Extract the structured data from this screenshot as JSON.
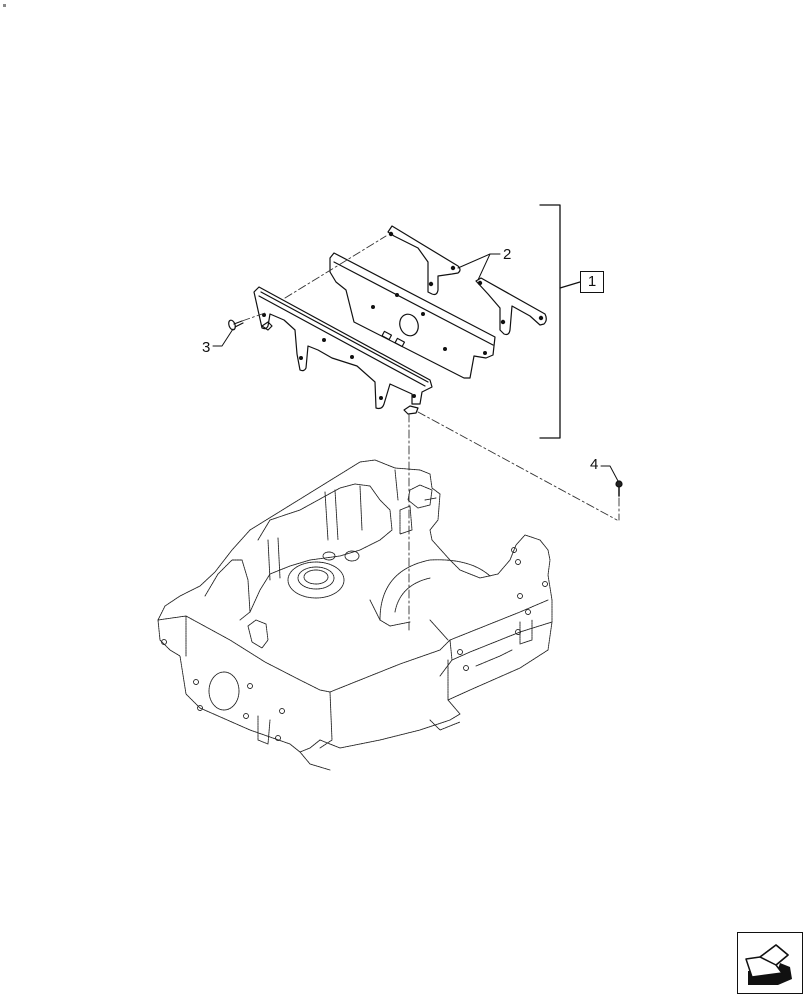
{
  "diagram": {
    "type": "exploded-parts-view",
    "assembly_label": "1",
    "callouts": [
      {
        "id": "callout-1",
        "label": "1",
        "boxed": true,
        "refers_to": "bracket assembly (group)"
      },
      {
        "id": "callout-2",
        "label": "2",
        "boxed": false,
        "refers_to": "side brackets (pair)"
      },
      {
        "id": "callout-3",
        "label": "3",
        "boxed": false,
        "refers_to": "screw (left)"
      },
      {
        "id": "callout-4",
        "label": "4",
        "boxed": false,
        "refers_to": "screw (right)"
      }
    ],
    "parts": [
      "front support bar",
      "rear plate with central hole",
      "left side bracket",
      "right side bracket",
      "screw 3",
      "screw 4",
      "front axle support housing"
    ],
    "colors": {
      "line": "#111111",
      "background": "#ffffff",
      "dashed": "#333333"
    }
  },
  "navigation": {
    "icon": "previous-page-arrow-icon"
  }
}
